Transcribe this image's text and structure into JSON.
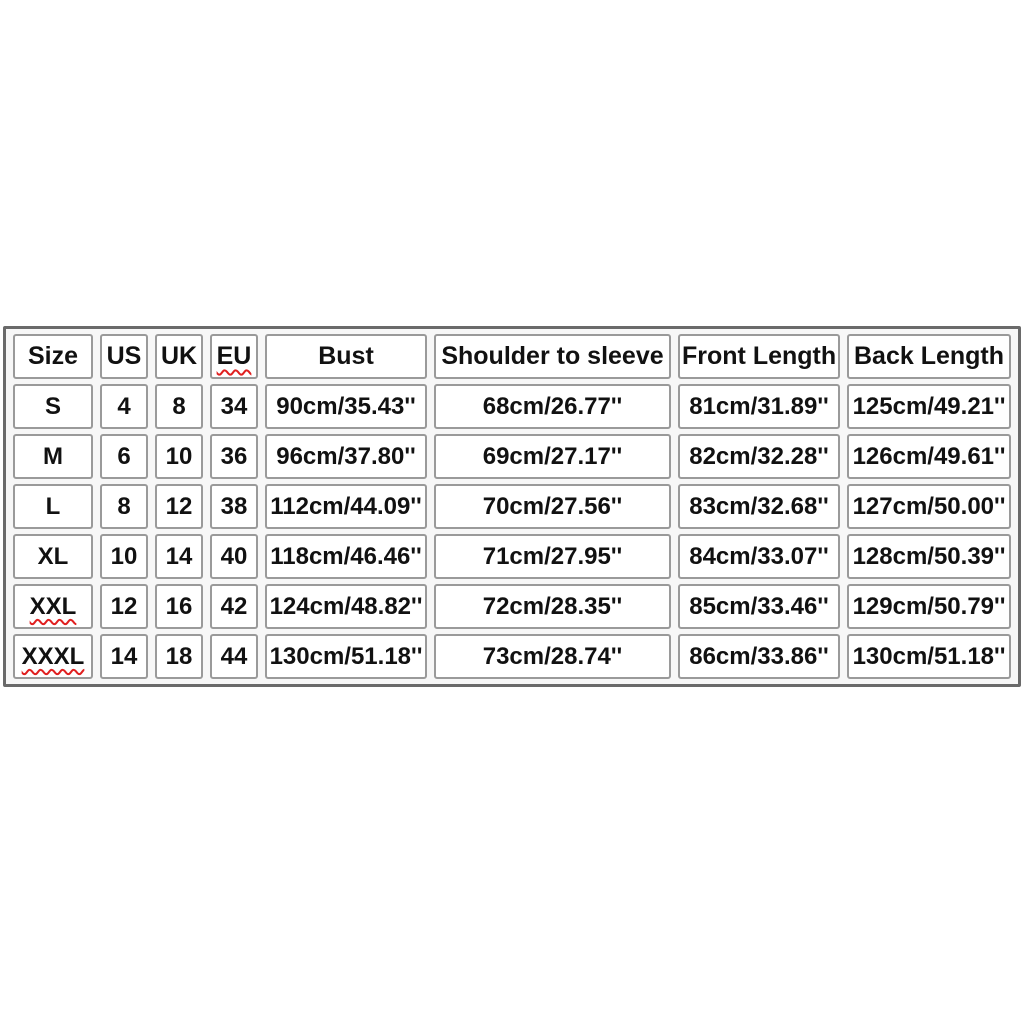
{
  "chart_data": {
    "type": "table",
    "columns": [
      "Size",
      "US",
      "UK",
      "EU",
      "Bust",
      "Shoulder to sleeve",
      "Front Length",
      "Back Length"
    ],
    "rows": [
      [
        "S",
        "4",
        "8",
        "34",
        "90cm/35.43''",
        "68cm/26.77''",
        "81cm/31.89''",
        "125cm/49.21''"
      ],
      [
        "M",
        "6",
        "10",
        "36",
        "96cm/37.80''",
        "69cm/27.17''",
        "82cm/32.28''",
        "126cm/49.61''"
      ],
      [
        "L",
        "8",
        "12",
        "38",
        "112cm/44.09''",
        "70cm/27.56''",
        "83cm/32.68''",
        "127cm/50.00''"
      ],
      [
        "XL",
        "10",
        "14",
        "40",
        "118cm/46.46''",
        "71cm/27.95''",
        "84cm/33.07''",
        "128cm/50.39''"
      ],
      [
        "XXL",
        "12",
        "16",
        "42",
        "124cm/48.82''",
        "72cm/28.35''",
        "85cm/33.46''",
        "129cm/50.79''"
      ],
      [
        "XXXL",
        "14",
        "18",
        "44",
        "130cm/51.18''",
        "73cm/28.74''",
        "86cm/33.86''",
        "130cm/51.18''"
      ]
    ],
    "spellcheck_underlined_cells": [
      "EU",
      "XXL",
      "XXXL"
    ],
    "layout_hints": {
      "grid": "separate bordered cells",
      "header_row": true
    }
  },
  "style": {
    "page_background": "#ffffff",
    "table_background": "#f7f7f7",
    "cell_background": "#ffffff",
    "outer_border_color": "#6a6a6a",
    "cell_border_color": "#9a9a9a",
    "text_color": "#111111",
    "squiggle_color": "#e02020"
  }
}
